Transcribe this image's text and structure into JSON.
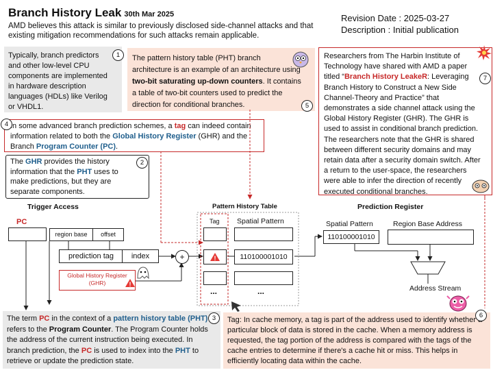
{
  "header": {
    "title": "Branch History Leak",
    "date": "30th Mar 2025",
    "subtitle": "AMD believes this attack is similar to previously disclosed side-channel attacks and that existing mitigation recommendations for such attacks remain applicable.",
    "revision": "Revision Date : 2025-03-27",
    "description": "Description : Initial publication"
  },
  "notes": {
    "n1": {
      "num": "1",
      "text": "Typically, branch predictors and other low-level CPU components are implemented in hardware description languages (HDLs) like Verilog or VHDL1."
    },
    "n2": {
      "num": "2",
      "a": "The ",
      "b": "GHR",
      "c": " provides the history information that the ",
      "d": "PHT",
      "e": " uses to make predictions, but they are separate components."
    },
    "n3": {
      "num": "3",
      "a": "The term ",
      "b": "PC",
      "c": " in the context of a ",
      "d": "pattern history table (PHT)",
      "e": " refers to the ",
      "f": "Program Counter",
      "g": ". The Program Counter holds the address of the current instruction being executed. In branch prediction, the ",
      "h": "PC",
      "i": " is used to index into the ",
      "j": "PHT",
      "k": " to retrieve or update the prediction state."
    },
    "n4": {
      "num": "4",
      "a": "In some advanced branch prediction schemes, a ",
      "b": "tag",
      "c": " can indeed contain information related to both the ",
      "d": "Global History Register",
      "e": " (GHR) and the Branch ",
      "f": "Program Counter (PC)",
      "g": "."
    },
    "n5": {
      "num": "5",
      "a": "The pattern history table (PHT) branch architecture is an example of an architecture using ",
      "b": "two-bit saturating up-down counters",
      "c": ". It contains a table of two-bit counters used to predict the direction for conditional branches."
    },
    "n6": {
      "num": "6",
      "text": "Tag: In cache memory, a tag is part of the address used to identify whether a particular block of data is stored in the cache. When a memory address is requested, the tag portion of the address is compared with the tags of the cache entries to determine if there's a cache hit or miss. This helps in efficiently locating data within the cache."
    },
    "n7": {
      "num": "7",
      "a": "Researchers from The Harbin Institute of Technology have shared with AMD a paper titled “",
      "b": "Branch History LeakeR",
      "c": ": Leveraging Branch History to Construct a New Side Channel-Theory and Practice” that demonstrates a side channel attack using the Global History Register (GHR).  The GHR is used to assist in conditional branch prediction. The researchers note that the GHR is shared between different security domains and may retain data after a security domain switch.  After a return to the user-space, the researchers were able to infer the direction of recently executed conditional branches."
    }
  },
  "diagram": {
    "trigger_access": "Trigger Access",
    "pc": "PC",
    "region_base": "region base",
    "offset": "offset",
    "prediction_tag": "prediction tag",
    "index": "index",
    "plus": "+",
    "ghr": "Global History Register (GHR)",
    "pht_title": "Pattern History Table",
    "tag_col": "Tag",
    "spatial_col": "Spatial Pattern",
    "pht_value": "110100001010",
    "ellipsis": "...",
    "pred_reg_title": "Prediction Register",
    "pred_spatial": "Spatial Pattern",
    "pred_value": "110100001010",
    "region_base_addr": "Region Base Address",
    "address_stream": "Address Stream",
    "warn": "!"
  },
  "colors": {
    "accent_red": "#c62828",
    "accent_blue": "#1f5e8c",
    "peach": "#fbe3d8",
    "gray": "#e9e9e9"
  }
}
